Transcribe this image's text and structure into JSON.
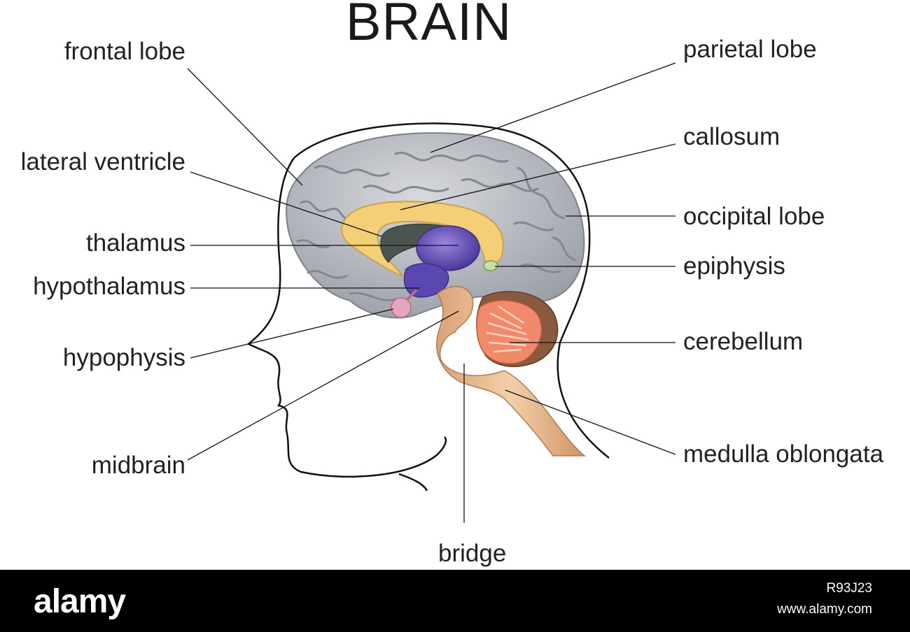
{
  "title": "BRAIN",
  "labels": {
    "frontal_lobe": "frontal lobe",
    "lateral_ventricle": "lateral ventricle",
    "thalamus": "thalamus",
    "hypothalamus": "hypothalamus",
    "hypophysis": "hypophysis",
    "midbrain": "midbrain",
    "bridge": "bridge",
    "parietal_lobe": "parietal lobe",
    "callosum": "callosum",
    "occipital_lobe": "occipital lobe",
    "epiphysis": "epiphysis",
    "cerebellum": "cerebellum",
    "medulla_oblongata": "medulla oblongata"
  },
  "footer": {
    "brand": "alamy",
    "image_id": "R93J23",
    "site": "www.alamy.com"
  },
  "colors": {
    "cortex": "#b9bcc2",
    "cortex_dark": "#8c9098",
    "callosum": "#f5cf7a",
    "thalamus": "#6b56b8",
    "brainstem": "#e8b88a",
    "cerebellum": "#8b5a3c",
    "cerebellum_inner": "#f08a6a",
    "hypophysis": "#e8a0b8"
  }
}
